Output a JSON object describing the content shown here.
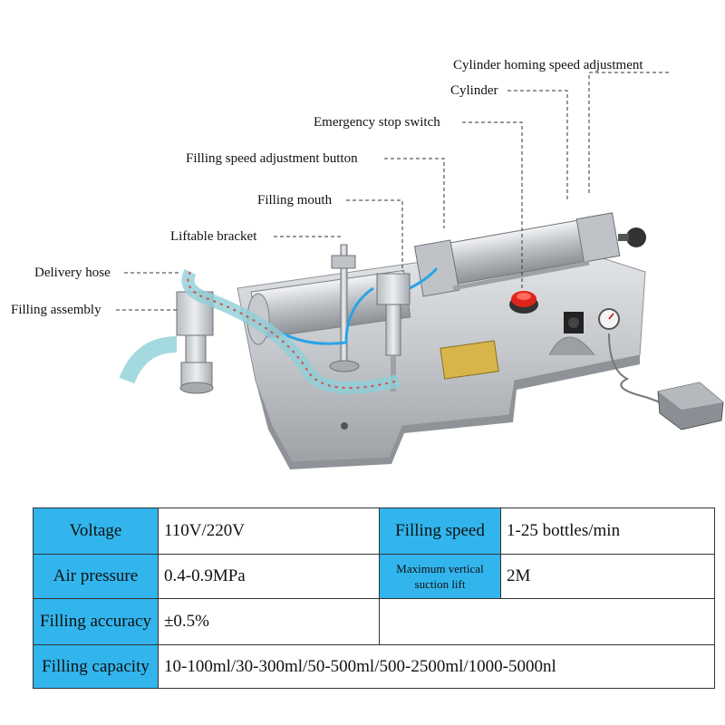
{
  "callouts": {
    "cylinder_homing": "Cylinder homing speed adjustment",
    "cylinder": "Cylinder",
    "emergency_stop": "Emergency stop switch",
    "filling_speed_button": "Filling speed adjustment button",
    "filling_mouth": "Filling mouth",
    "liftable_bracket": "Liftable bracket",
    "delivery_hose": "Delivery hose",
    "filling_assembly": "Filling assembly"
  },
  "specs": {
    "voltage_label": "Voltage",
    "voltage_value": "110V/220V",
    "filling_speed_label": "Filling speed",
    "filling_speed_value": "1-25 bottles/min",
    "air_pressure_label": "Air pressure",
    "air_pressure_value": "0.4-0.9MPa",
    "suction_lift_label_line1": "Maximum vertical",
    "suction_lift_label_line2": "suction lift",
    "suction_lift_value": "2M",
    "filling_accuracy_label": "Filling accuracy",
    "filling_accuracy_value": "±0.5%",
    "filling_capacity_label": "Filling capacity",
    "filling_capacity_value": "10-100ml/30-300ml/50-500ml/500-2500ml/1000-5000nl"
  },
  "colors": {
    "label_cell_bg": "#31b5ec",
    "emergency_button": "#e0241c",
    "hose": "#8fd0d8",
    "steel": "#c9ccd0"
  }
}
